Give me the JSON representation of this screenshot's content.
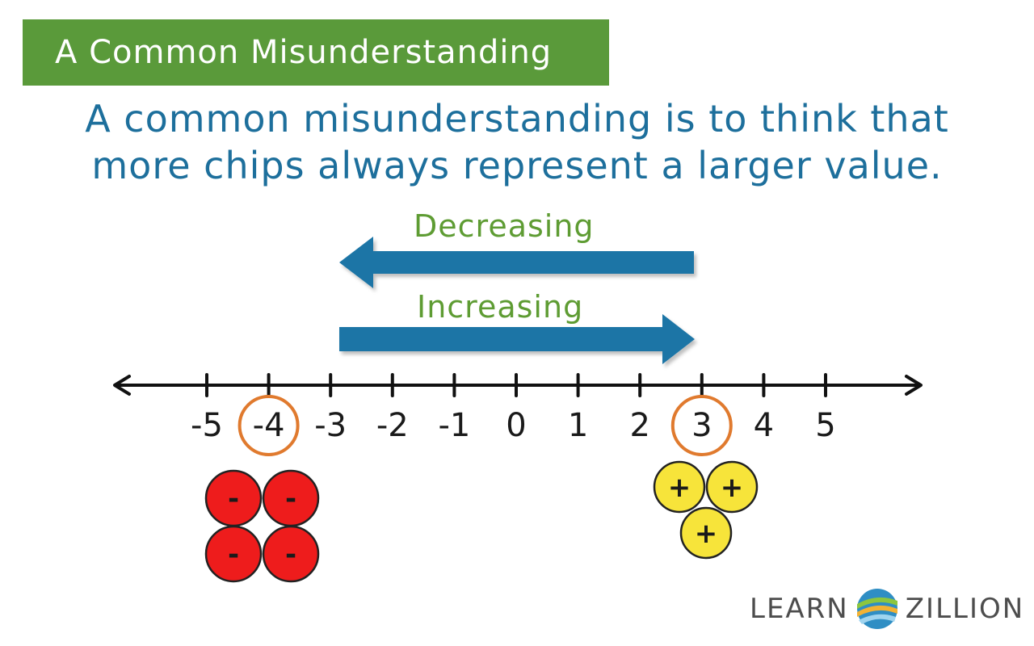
{
  "title": "A Common Misunderstanding",
  "statement": {
    "line1": "A common misunderstanding is to think that",
    "line2": "more chips always represent a larger value."
  },
  "arrows": {
    "decreasing_label": "Decreasing",
    "increasing_label": "Increasing"
  },
  "number_line": {
    "ticks": [
      "-5",
      "-4",
      "-3",
      "-2",
      "-1",
      "0",
      "1",
      "2",
      "3",
      "4",
      "5"
    ],
    "circled": [
      "-4",
      "3"
    ]
  },
  "chips": {
    "negative": {
      "count": 4,
      "sign": "-",
      "color": "#ee1c1c"
    },
    "positive": {
      "count": 3,
      "sign": "+",
      "color": "#f7e43a"
    }
  },
  "logo": {
    "left_word": "LEARN",
    "right_word": "ZILLION"
  },
  "colors": {
    "banner": "#5a9a3a",
    "statement_text": "#1d6f9c",
    "arrow": "#1b75a6",
    "arrow_label": "#5e9c33",
    "circle": "#e07a2e"
  }
}
